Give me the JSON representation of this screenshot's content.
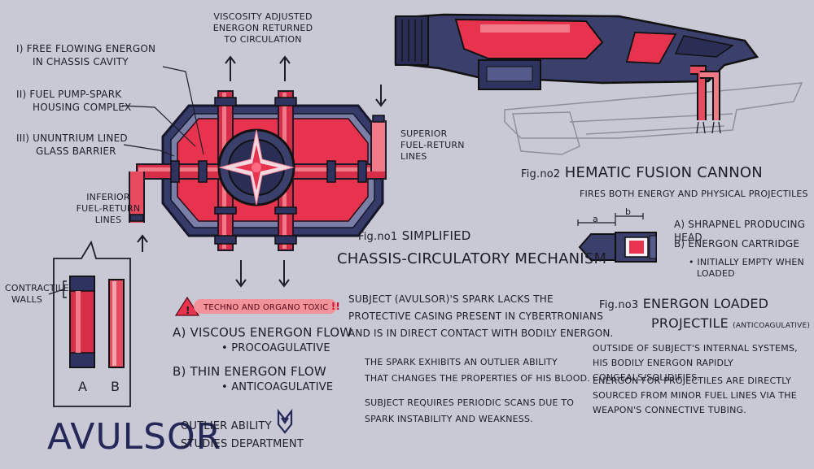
{
  "labels": {
    "free_flowing_1": "I) FREE FLOWING ENERGON",
    "free_flowing_2": "IN CHASSIS CAVITY",
    "fuel_pump_1": "II) FUEL PUMP-SPARK",
    "fuel_pump_2": "HOUSING COMPLEX",
    "ununtrium_1": "III) UNUNTRIUM LINED",
    "ununtrium_2": "GLASS BARRIER",
    "viscosity_1": "VISCOSITY ADJUSTED",
    "viscosity_2": "ENERGON RETURNED",
    "viscosity_3": "TO CIRCULATION",
    "superior_1": "SUPERIOR",
    "superior_2": "FUEL-RETURN",
    "superior_3": "LINES",
    "inferior_1": "INFERIOR",
    "inferior_2": "FUEL-RETURN",
    "inferior_3": "LINES",
    "contractile_1": "CONTRACTILE",
    "contractile_2": "WALLS",
    "tube_a": "A",
    "tube_b": "B"
  },
  "fig1": {
    "number": "Fig.no1",
    "title_1": "SIMPLIFIED",
    "title_2": "CHASSIS-CIRCULATORY MECHANISM"
  },
  "fig2": {
    "number": "Fig.no2",
    "title": "HEMATIC FUSION CANNON",
    "subtitle": "FIRES BOTH ENERGY AND PHYSICAL PROJECTILES"
  },
  "fig3": {
    "number": "Fig.no3",
    "title_1": "ENERGON LOADED",
    "title_2": "PROJECTILE",
    "title_note": "(ANTICOAGULATIVE)",
    "dim_a": "a",
    "dim_b": "b",
    "item_a": "a) SHRAPNEL PRODUCING HEAD",
    "item_b": "b) ENERGON CARTRIDGE",
    "note_1": "INITIALLY EMPTY WHEN",
    "note_2": "LOADED"
  },
  "warning": {
    "text": "TECHNO and ORGANO TOXIC",
    "marks": "!!",
    "icon": "warning-triangle-icon"
  },
  "flows": {
    "a_title": "A) VISCOUS ENERGON FLOW",
    "a_sub": "PROCOAGULATIVE",
    "b_title": "B) THIN ENERGON FLOW",
    "b_sub": "ANTICOAGULATIVE"
  },
  "subject_notes": {
    "p1_1": "SUBJECT (AVULSOR)'S SPARK LACKS THE",
    "p1_2": "PROTECTIVE CASING PRESENT IN CYBERTRONIANS",
    "p1_3": "AND IS IN DIRECT CONTACT WITH BODILY ENERGON.",
    "p2_1": "THE SPARK EXHIBITS AN OUTLIER ABILITY",
    "p2_2": "THAT CHANGES THE PROPERTIES OF HIS BLOOD.",
    "p3_1": "SUBJECT REQUIRES PERIODIC SCANS DUE TO",
    "p3_2": "SPARK INSTABILITY AND WEAKNESS."
  },
  "weapon_notes": {
    "p1_1": "OUTSIDE OF SUBJECT'S INTERNAL SYSTEMS,",
    "p1_2": "HIS BODILY ENERGON RAPIDLY CONGEALS/SOLIDIFIES.",
    "p2_1": "ENERGON FOR PROJECTILES ARE DIRECTLY",
    "p2_2": "SOURCED FROM MINOR FUEL LINES VIA THE",
    "p2_3": "WEAPON'S CONNECTIVE TUBING."
  },
  "footer": {
    "name": "AVULSOR",
    "dept_1": "OUTLIER ABILITY",
    "dept_2": "STUDIES DEPARTMENT",
    "logo": "decepticon-logo-icon"
  },
  "colors": {
    "background": "#c9c9d6",
    "energon_red": "#e8334f",
    "energon_pink": "#f07a88",
    "chassis_navy": "#343a66",
    "ink": "#1d1d28",
    "sketch": "#8f8f9c"
  }
}
